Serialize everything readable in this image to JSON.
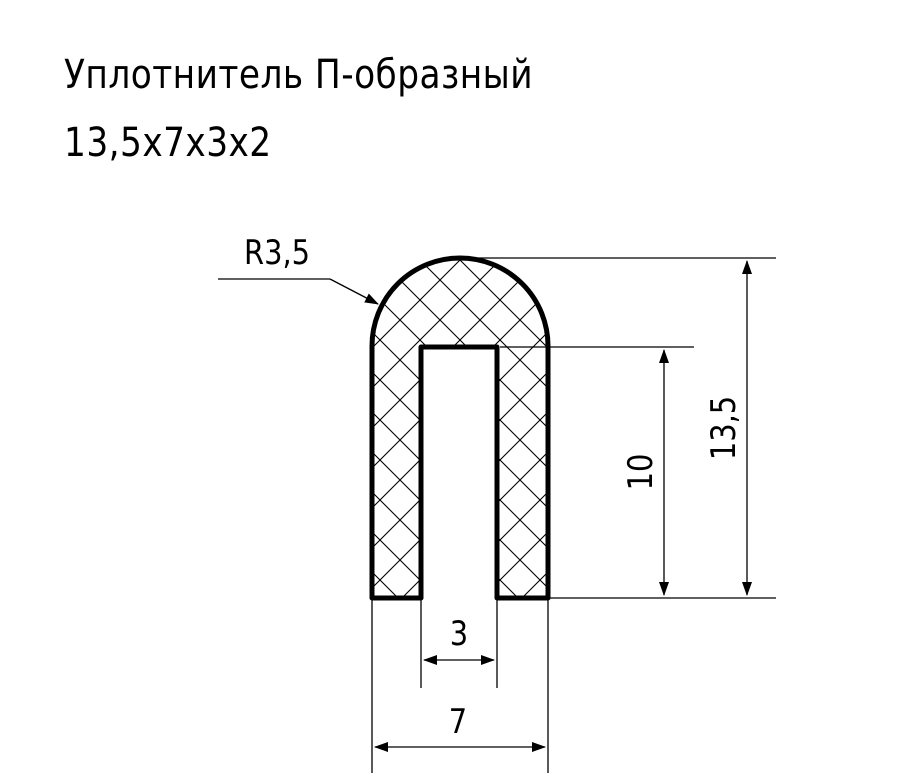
{
  "title": {
    "line1": "Уплотнитель П-образный",
    "line2": "13,5x7x3x2"
  },
  "dimensions": {
    "radius": "R3,5",
    "inner_height": "10",
    "total_height": "13,5",
    "inner_width": "3",
    "total_width": "7"
  }
}
